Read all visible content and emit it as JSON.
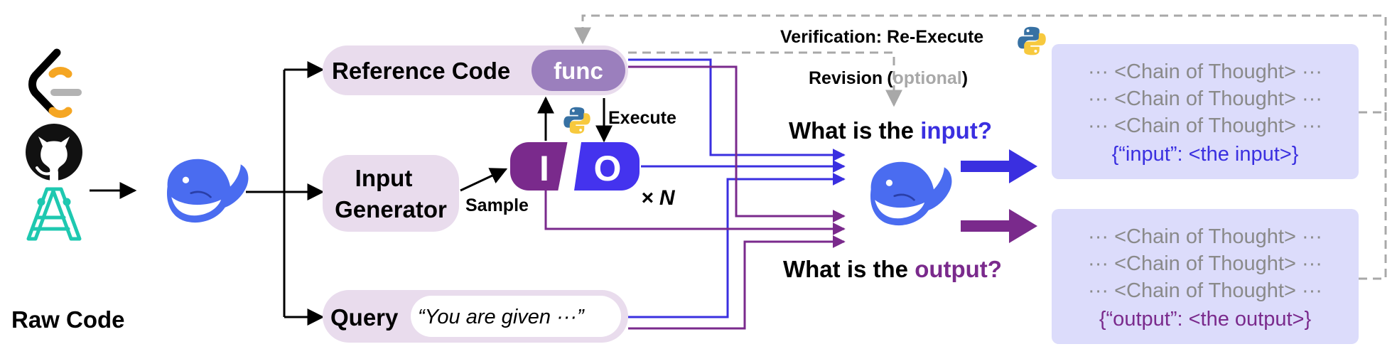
{
  "colors": {
    "box_fill": "#e9dced",
    "func_fill": "#9b7fbd",
    "io_left": "#7a2a8c",
    "io_right": "#4433ee",
    "input_blue": "#3a2fe0",
    "output_purple": "#7a2a8c",
    "result_box": "#dcdcfb",
    "dashed": "#a8a8a8",
    "whale": "#4a6cf0",
    "leetcode_orange": "#f5a623"
  },
  "icons": {
    "source_1": "leetcode-logo-icon",
    "source_2": "github-logo-icon",
    "source_3": "code-dataset-logo-icon",
    "model": "deepseek-whale-icon",
    "python": "python-logo-icon"
  },
  "left": {
    "raw_code_label": "Raw Code"
  },
  "boxes": {
    "reference_code": "Reference Code",
    "func": "func",
    "input_generator_line1": "Input",
    "input_generator_line2": "Generator",
    "query": "Query",
    "query_text": "“You are given ···”",
    "io_left": "I",
    "io_right": "O",
    "times_n": "× N"
  },
  "edges": {
    "execute": "Execute",
    "sample": "Sample",
    "verification": "Verification: Re-Execute",
    "revision": "Revision",
    "optional_open": "(",
    "optional": "optional",
    "optional_close": ")"
  },
  "questions": {
    "input_prefix": "What is the ",
    "input_keyword": "input?",
    "output_prefix": "What is the ",
    "output_keyword": "output?"
  },
  "results": {
    "cot": "··· <Chain of Thought> ···",
    "input_json": "{“input”: <the input>}",
    "output_json": "{“output”: <the output>}"
  }
}
